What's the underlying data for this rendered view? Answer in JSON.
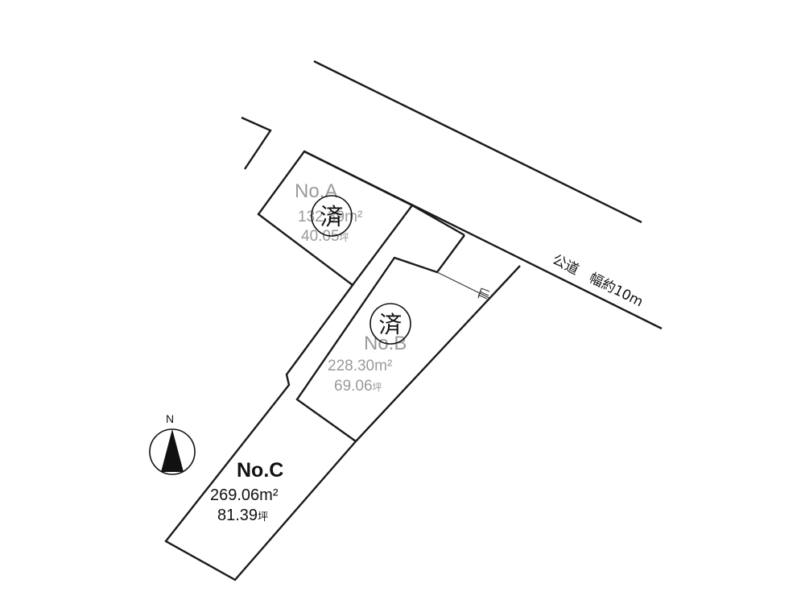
{
  "road": {
    "label": "公道　幅約10m"
  },
  "compass": {
    "label": "N"
  },
  "lots": [
    {
      "id": "lot-a",
      "name": "No.A",
      "area_m2": "132.39m²",
      "area_tsubo_num": "40.05",
      "tsubo_unit": "坪",
      "sold": true
    },
    {
      "id": "lot-b",
      "name": "No.B",
      "area_m2": "228.30m²",
      "area_tsubo_num": "69.06",
      "tsubo_unit": "坪",
      "sold": true
    },
    {
      "id": "lot-c",
      "name": "No.C",
      "area_m2": "269.06m²",
      "area_tsubo_num": "81.39",
      "tsubo_unit": "坪",
      "sold": false
    }
  ],
  "sold_stamp": {
    "text": "済"
  },
  "colors": {
    "line": "#1a1a1a",
    "sold_text": "#9a9a9a",
    "text": "#111111",
    "background": "#ffffff"
  }
}
